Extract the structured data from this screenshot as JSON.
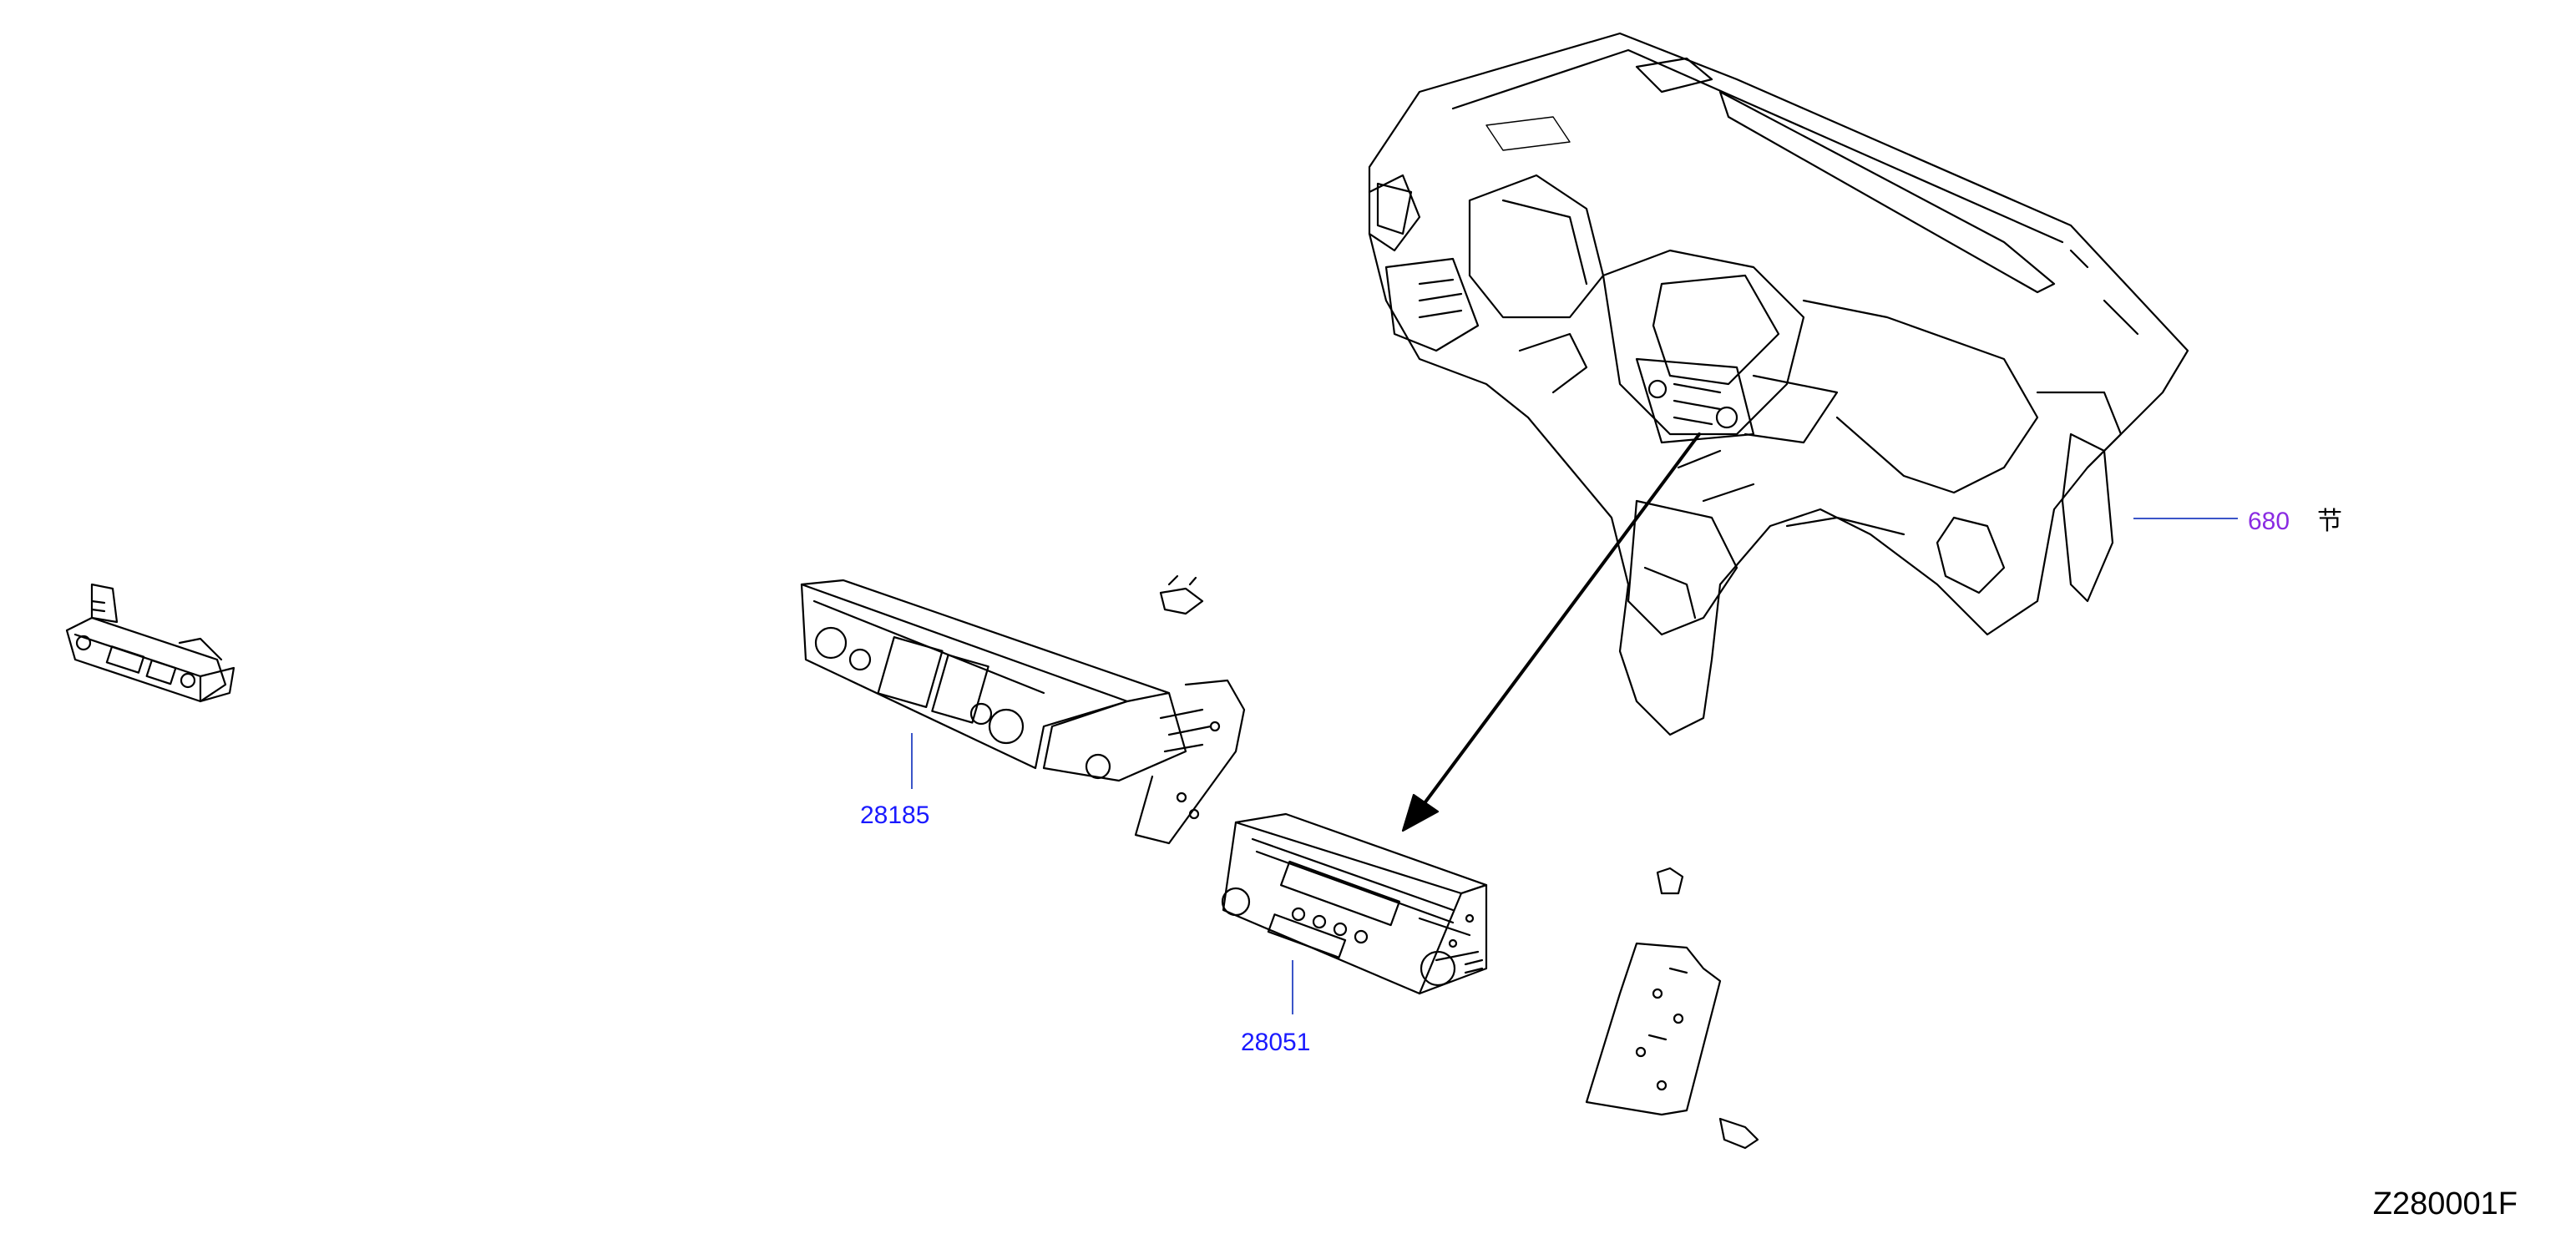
{
  "callouts": {
    "dash": {
      "number": "680",
      "suffix": "节"
    },
    "unit_a": {
      "number": "28185"
    },
    "unit_b": {
      "number": "28051"
    }
  },
  "diagram_code": "Z280001F",
  "colors": {
    "callout_blue": "#1a1aff",
    "callout_purple": "#8a2be2",
    "leader_line": "#3b55c8",
    "ink": "#000000"
  }
}
